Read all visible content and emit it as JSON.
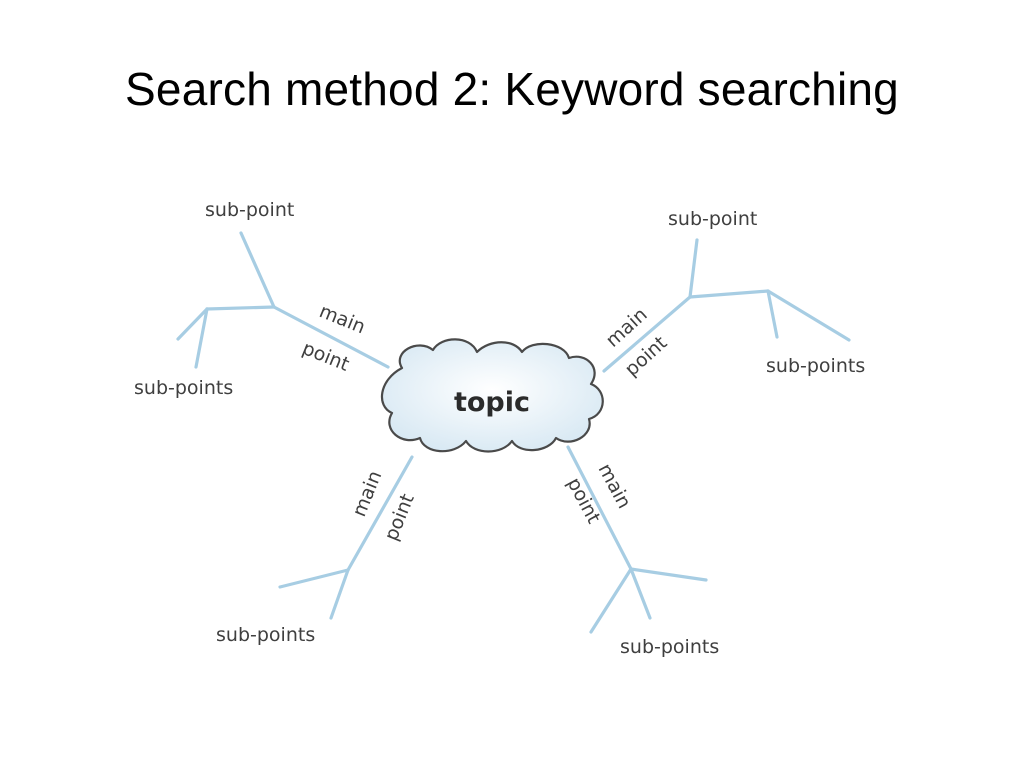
{
  "slide": {
    "title": "Search method 2: Keyword searching"
  },
  "diagram": {
    "center": "topic",
    "branches": [
      {
        "main_point_line1": "main",
        "main_point_line2": "point",
        "sub_label": "sub-point",
        "sub_label_2": "sub-points"
      },
      {
        "main_point_line1": "main",
        "main_point_line2": "point",
        "sub_label": "sub-point",
        "sub_label_2": "sub-points"
      },
      {
        "main_point_line1": "main",
        "main_point_line2": "point",
        "sub_label": "sub-points"
      },
      {
        "main_point_line1": "main",
        "main_point_line2": "point",
        "sub_label": "sub-points"
      }
    ],
    "colors": {
      "line": "#a7cde3",
      "cloud_fill": "#e6f1f8",
      "cloud_stroke": "#4a4a4a",
      "text": "#3f3f3f"
    }
  }
}
